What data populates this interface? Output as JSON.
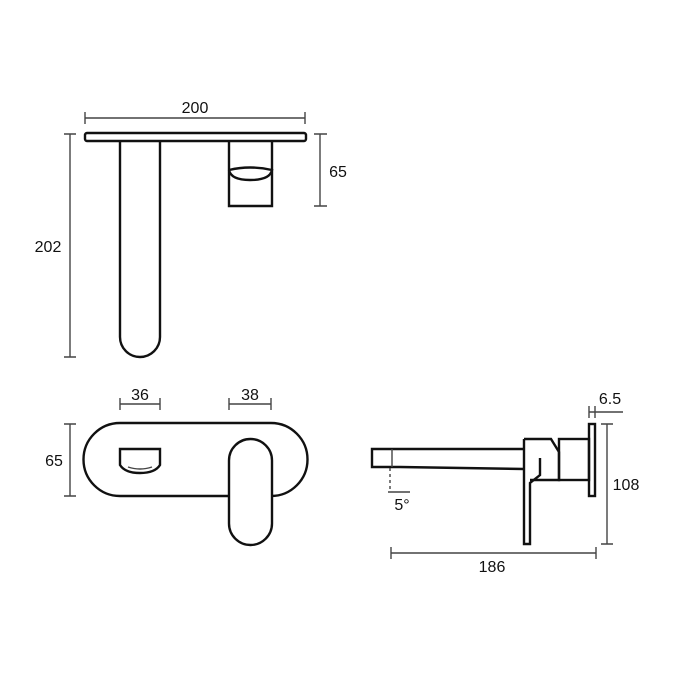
{
  "dimensions": {
    "top_view": {
      "width": "200",
      "height": "202",
      "handle_depth": "65"
    },
    "front_view": {
      "height": "65",
      "spout_width": "36",
      "handle_width": "38"
    },
    "side_view": {
      "plate_thickness": "6.5",
      "height": "108",
      "projection": "186",
      "angle": "5°"
    }
  }
}
